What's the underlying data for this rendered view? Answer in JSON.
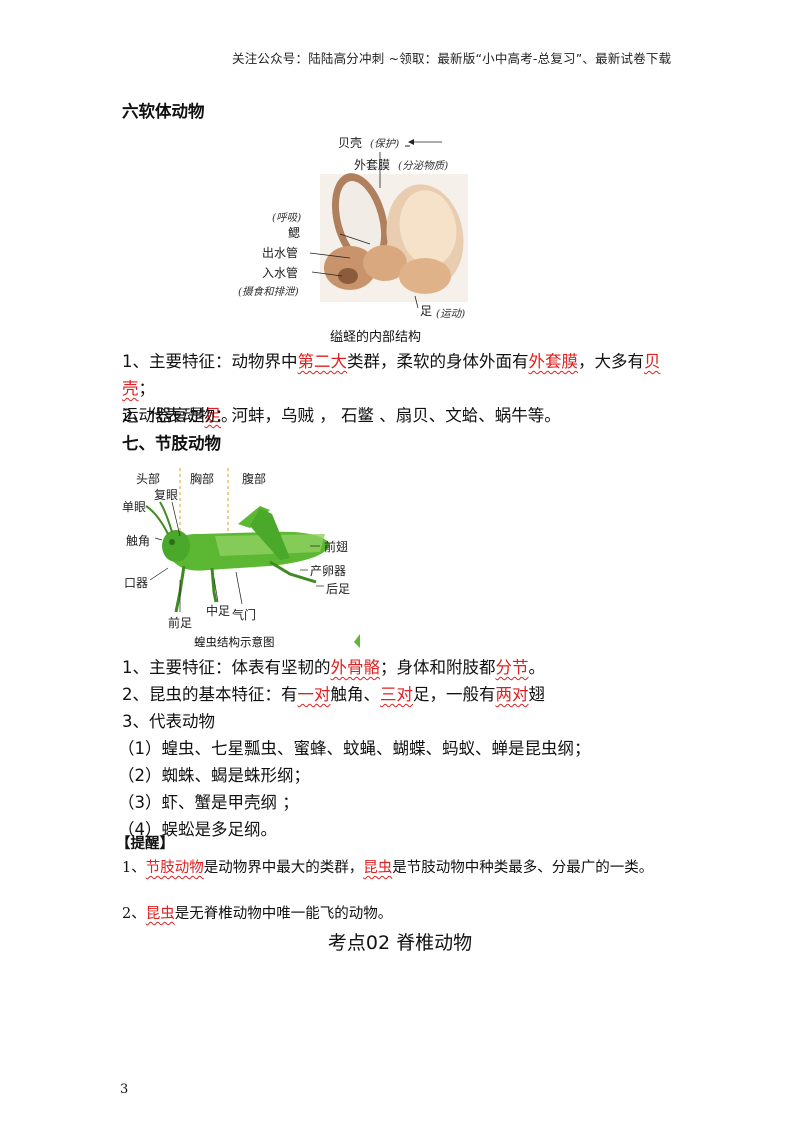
{
  "header": {
    "text": "关注公众号：陆陆高分冲刺  ~领取：最新版“小中高考-总复习”、最新试卷下载"
  },
  "section6": {
    "title": "六软体动物",
    "figure": {
      "caption": "缢蛏的内部结构",
      "labels": {
        "shell": "贝壳",
        "shell_note": "(保护)",
        "mantle": "外套膜",
        "mantle_note": "(分泌物质)",
        "breath_note": "(呼吸)",
        "gill": "鳃",
        "out_siphon": "出水管",
        "in_siphon": "入水管",
        "feed_note": "(摄食和排泄)",
        "foot": "足",
        "foot_note": "(运动)"
      }
    },
    "p1": {
      "a": "1、主要特征：动物界中",
      "b": "第二大",
      "c": "类群，柔软的身体外面有",
      "d": "外套膜",
      "e": "，大多有",
      "f": "贝壳",
      "g": "；",
      "h": "运动器官是",
      "i": "足",
      "j": "。"
    },
    "p2": "2、代表动物：河蚌，乌贼 ，  石鳖 、扇贝、文蛤、蜗牛等。"
  },
  "section7": {
    "title": "七、节肢动物",
    "figure": {
      "caption": "蝗虫结构示意图",
      "labels": {
        "head": "头部",
        "thorax": "胸部",
        "abdomen": "腹部",
        "simple_eye": "单眼",
        "compound_eye": "复眼",
        "antenna": "触角",
        "mouth": "口器",
        "foreleg": "前足",
        "midleg": "中足",
        "spiracle": "气门",
        "forewing": "前翅",
        "ovipositor": "产卵器",
        "hindleg": "后足"
      }
    },
    "p1": {
      "a": "1、主要特征：体表有坚韧的",
      "b": "外骨骼",
      "c": "；身体和附肢都",
      "d": "分节",
      "e": "。"
    },
    "p2": {
      "a": "2、昆虫的基本特征：有",
      "b": "一对",
      "c": "触角、",
      "d": "三对",
      "e": "足，一般有",
      "f": "两对",
      "g": "翅"
    },
    "p3": "3、代表动物",
    "items": [
      "（1）蝗虫、七星瓢虫、蜜蜂、蚊蝇、蝴蝶、蚂蚁、蝉是昆虫纲；",
      "（2）蜘蛛、蝎是蛛形纲；",
      "（3）虾、蟹是甲壳纲 ；",
      "（4）蜈蚣是多足纲。"
    ]
  },
  "tip": {
    "title": "【提醒】",
    "t1": {
      "a": "1、",
      "b": "节肢动物",
      "c": "是动物界中最大的类群，",
      "d": "昆虫",
      "e": "是节肢动物中种类最多、分最广的一类。"
    },
    "t2": {
      "a": "2、",
      "b": "昆虫",
      "c": "是无脊椎动物中唯一能飞的动物。"
    }
  },
  "kaodian": "考点02   脊椎动物",
  "page_number": "3"
}
